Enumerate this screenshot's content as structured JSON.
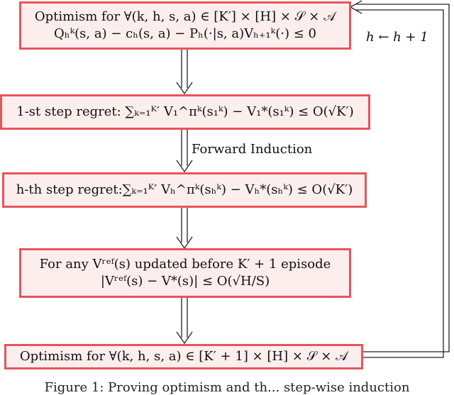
{
  "boxes": {
    "optimism_top": {
      "line1": "Optimism for ∀(k, h, s, a) ∈ [K′] × [H] × 𝒮 × 𝒜",
      "line2": "Qₕᵏ(s, a) − cₕ(s, a) − Pₕ(·|s, a)Vₕ₊₁ᵏ(·) ≤ 0"
    },
    "first_step": {
      "line1": "1-st step regret: ∑ₖ₌₁ᴷ′ V₁^πᵏ(s₁ᵏ) − V₁*(s₁ᵏ) ≤ O(√K′)"
    },
    "h_step": {
      "line1": "h-th step regret:∑ₖ₌₁ᴷ′ Vₕ^πᵏ(sₕᵏ) − Vₕ*(sₕᵏ) ≤ O(√K′)"
    },
    "reference": {
      "line1": "For any Vʳᵉᶠ(s) updated before K′ + 1 episode",
      "line2": "|Vʳᵉᶠ(s) − V*(s)| ≤ O(√H/S)"
    },
    "optimism_bottom": {
      "line1": "Optimism for ∀(k, h, s, a) ∈ [K′ + 1] × [H] × 𝒮 × 𝒜"
    }
  },
  "edge_labels": {
    "forward_induction": "Forward Induction",
    "h_update": "h ← h + 1"
  },
  "caption": "Figure 1: Proving optimism and th... step-wise induction"
}
